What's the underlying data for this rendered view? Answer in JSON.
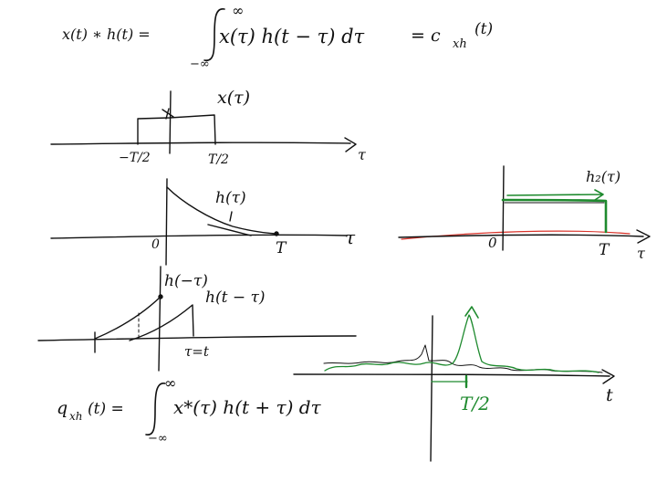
{
  "equations": {
    "convolution": {
      "lhs": "x(t) ∗ h(t) =",
      "integral_upper": "∞",
      "integral_lower": "−∞",
      "integrand": "x(τ) h(t − τ) dτ",
      "rhs": "= c",
      "rhs_sub": "xh",
      "rhs_arg": "(t)"
    },
    "correlation": {
      "lhs": "q",
      "lhs_sub": "xh",
      "lhs_arg": "(t) =",
      "integral_upper": "∞",
      "integral_lower": "−∞",
      "integrand": "x*(τ) h(t + τ) dτ"
    }
  },
  "plot_x": {
    "curve_label": "x(τ)",
    "tick_left": "−T/2",
    "tick_right": "T/2",
    "axis_var": "τ"
  },
  "plot_h": {
    "curve_label": "h(τ)",
    "origin": "0",
    "tick": "T",
    "axis_var": "τ"
  },
  "plot_h2": {
    "curve_label": "h₂(τ)",
    "origin": "0",
    "tick": "T",
    "axis_var": "τ"
  },
  "plot_flip": {
    "label_a": "h(−τ)",
    "label_b": "h(t − τ)",
    "tick": "τ=t"
  },
  "plot_corr": {
    "tick": "T/2",
    "axis_var": "t"
  },
  "colors": {
    "ink": "#111111",
    "green": "#1e8a2e",
    "red": "#d9342b"
  }
}
